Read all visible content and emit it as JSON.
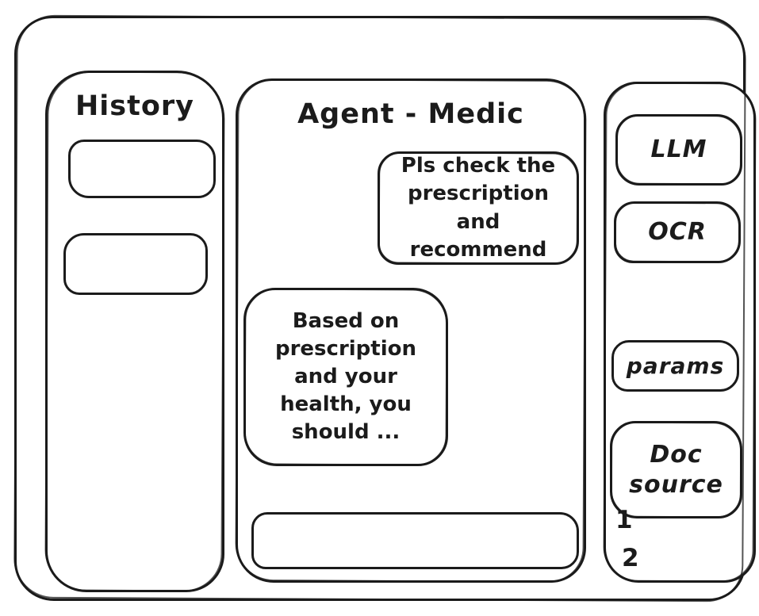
{
  "ink_color": "#1b1b1b",
  "background_color": "#ffffff",
  "history_panel": {
    "title": "History",
    "items": [
      {
        "label": ""
      },
      {
        "label": ""
      }
    ]
  },
  "chat_panel": {
    "title": "Agent - Medic",
    "messages": [
      {
        "role": "user",
        "text": "Pls check the prescription and recommend"
      },
      {
        "role": "agent",
        "text": "Based on prescription and your health, you should ..."
      }
    ],
    "input": {
      "value": "",
      "placeholder": ""
    }
  },
  "tools_panel": {
    "llm_label": "LLM",
    "ocr_label": "OCR",
    "params_label": "params",
    "doc_source_label": "Doc source",
    "doc_source_items": [
      "1",
      "2"
    ]
  }
}
